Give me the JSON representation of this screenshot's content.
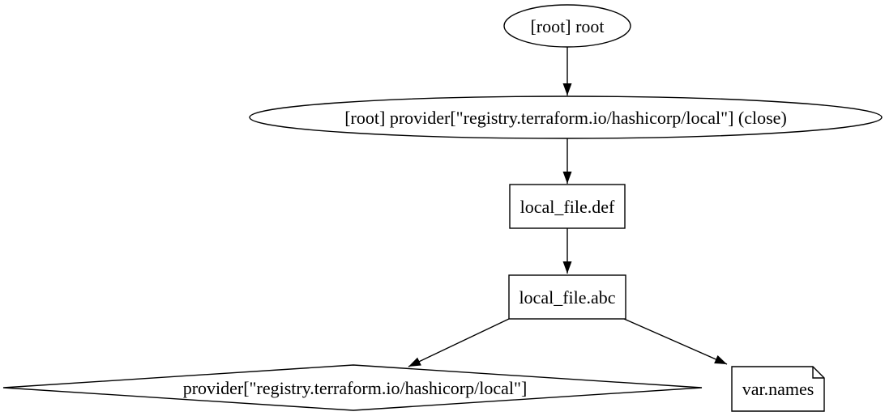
{
  "diagram": {
    "kind": "terraform-dependency-graph",
    "background_color": "#ffffff",
    "stroke_color": "#000000",
    "nodes": [
      {
        "id": "root",
        "shape": "ellipse",
        "label": "[root] root"
      },
      {
        "id": "provider_close",
        "shape": "ellipse",
        "label": "[root] provider[\"registry.terraform.io/hashicorp/local\"] (close)"
      },
      {
        "id": "local_file_def",
        "shape": "box",
        "label": "local_file.def"
      },
      {
        "id": "local_file_abc",
        "shape": "box",
        "label": "local_file.abc"
      },
      {
        "id": "provider",
        "shape": "diamond",
        "label": "provider[\"registry.terraform.io/hashicorp/local\"]"
      },
      {
        "id": "var_names",
        "shape": "note",
        "label": "var.names"
      }
    ],
    "edges": [
      {
        "from": "root",
        "to": "provider_close"
      },
      {
        "from": "provider_close",
        "to": "local_file_def"
      },
      {
        "from": "local_file_def",
        "to": "local_file_abc"
      },
      {
        "from": "local_file_abc",
        "to": "provider"
      },
      {
        "from": "local_file_abc",
        "to": "var_names"
      }
    ]
  }
}
